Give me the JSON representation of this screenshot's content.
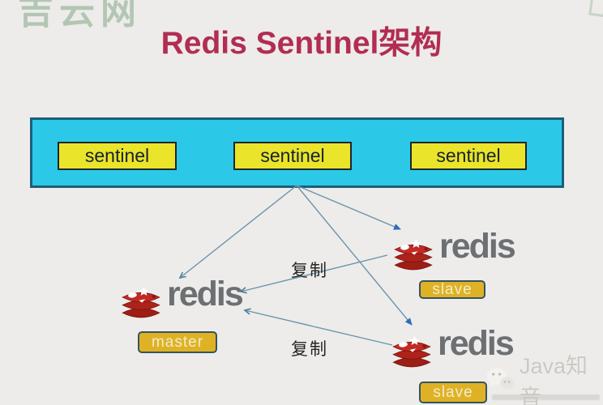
{
  "title": "Redis Sentinel架构",
  "watermarks": {
    "top_left": "吉云网",
    "bottom_right": "Java知音"
  },
  "panel": {
    "sentinels": [
      "sentinel",
      "sentinel",
      "sentinel"
    ]
  },
  "nodes": [
    {
      "brand": "redis",
      "role": "master"
    },
    {
      "brand": "redis",
      "role": "slave"
    },
    {
      "brand": "redis",
      "role": "slave"
    }
  ],
  "edges": {
    "replication_labels": [
      "复制",
      "复制"
    ]
  },
  "colors": {
    "background": "#edecea",
    "title_text": "#b22d52",
    "panel_fill": "#2cc8e8",
    "panel_border": "#1d5e78",
    "sentinel_fill": "#eae42a",
    "sentinel_border": "#20262b",
    "sentinel_text": "#16222e",
    "badge_fill": "#dfb226",
    "badge_border": "#36535e",
    "badge_text": "#f2ecca",
    "redis_wordmark": "#6d7073",
    "redis_logo_red": "#bc2723",
    "arrow_line": "#6b93ab",
    "arrow_head_solid": "#2f6cb5",
    "watermark_green": "#a9c0aa"
  }
}
